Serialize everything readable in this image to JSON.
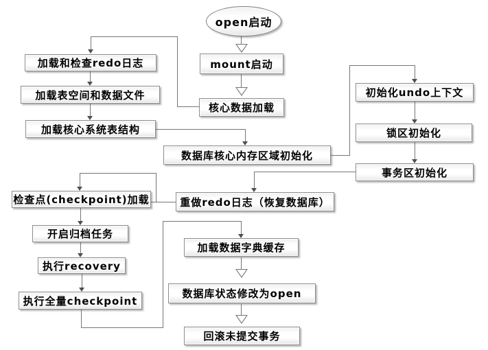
{
  "diagram": {
    "type": "flowchart",
    "background_color": "#ffffff",
    "node_border_color": "#8c8c8c",
    "node_fill": "gradient #f0f0f0 to #ffffff to #e6e6e6",
    "connector_color": "#757575",
    "text_color": "#000000"
  },
  "nodes": [
    {
      "id": "open-start",
      "shape": "ellipse",
      "label": "open启动"
    },
    {
      "id": "mount-start",
      "shape": "rect",
      "label": "mount启动"
    },
    {
      "id": "core-data-load",
      "shape": "rect",
      "label": "核心数据加载"
    },
    {
      "id": "load-check-redo-log",
      "shape": "rect",
      "label": "加载和检查redo日志"
    },
    {
      "id": "load-tablespace-datafiles",
      "shape": "rect",
      "label": "加载表空间和数据文件"
    },
    {
      "id": "load-core-system-tables",
      "shape": "rect",
      "label": "加载核心系统表结构"
    },
    {
      "id": "db-core-memory-init",
      "shape": "rect",
      "label": "数据库核心内存区域初始化"
    },
    {
      "id": "init-undo-context",
      "shape": "rect",
      "label": "初始化undo上下文"
    },
    {
      "id": "lock-area-init",
      "shape": "rect",
      "label": "锁区初始化"
    },
    {
      "id": "transaction-area-init",
      "shape": "rect",
      "label": "事务区初始化"
    },
    {
      "id": "redo-log-recover-db",
      "shape": "rect",
      "label": "重做redo日志（恢复数据库）"
    },
    {
      "id": "checkpoint-load",
      "shape": "rect",
      "label": "检查点(checkpoint)加载"
    },
    {
      "id": "start-archive-task",
      "shape": "rect",
      "label": "开启归档任务"
    },
    {
      "id": "exec-recovery",
      "shape": "rect",
      "label": "执行recovery"
    },
    {
      "id": "exec-full-checkpoint",
      "shape": "rect",
      "label": "执行全量checkpoint"
    },
    {
      "id": "load-data-dictionary-cache",
      "shape": "rect",
      "label": "加载数据字典缓存"
    },
    {
      "id": "db-status-set-open",
      "shape": "rect",
      "label": "数据库状态修改为open"
    },
    {
      "id": "rollback-uncommitted-transactions",
      "shape": "rect",
      "label": "回滚未提交事务"
    }
  ],
  "edges": [
    {
      "from": "open-start",
      "to": "mount-start",
      "arrow": "hollow-triangle"
    },
    {
      "from": "mount-start",
      "to": "core-data-load",
      "arrow": "hollow-triangle"
    },
    {
      "from": "core-data-load",
      "to": "load-check-redo-log",
      "arrow": "small"
    },
    {
      "from": "load-check-redo-log",
      "to": "load-tablespace-datafiles",
      "arrow": "small"
    },
    {
      "from": "load-tablespace-datafiles",
      "to": "load-core-system-tables",
      "arrow": "small"
    },
    {
      "from": "load-core-system-tables",
      "to": "db-core-memory-init",
      "arrow": "small"
    },
    {
      "from": "db-core-memory-init",
      "to": "init-undo-context",
      "arrow": "small"
    },
    {
      "from": "init-undo-context",
      "to": "lock-area-init",
      "arrow": "small"
    },
    {
      "from": "lock-area-init",
      "to": "transaction-area-init",
      "arrow": "small"
    },
    {
      "from": "transaction-area-init",
      "to": "redo-log-recover-db",
      "arrow": "small"
    },
    {
      "from": "redo-log-recover-db",
      "to": "checkpoint-load",
      "arrow": "small"
    },
    {
      "from": "checkpoint-load",
      "to": "start-archive-task",
      "arrow": "small"
    },
    {
      "from": "start-archive-task",
      "to": "exec-recovery",
      "arrow": "small"
    },
    {
      "from": "exec-recovery",
      "to": "exec-full-checkpoint",
      "arrow": "small"
    },
    {
      "from": "exec-full-checkpoint",
      "to": "load-data-dictionary-cache",
      "arrow": "small"
    },
    {
      "from": "load-data-dictionary-cache",
      "to": "db-status-set-open",
      "arrow": "hollow-triangle"
    },
    {
      "from": "db-status-set-open",
      "to": "rollback-uncommitted-transactions",
      "arrow": "hollow-triangle"
    }
  ]
}
